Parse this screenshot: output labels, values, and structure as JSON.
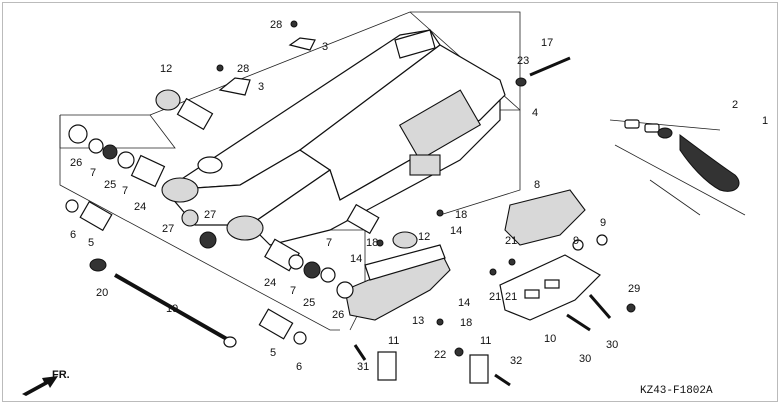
{
  "diagram": {
    "drawing_code": "KZ43-F1802A",
    "direction_label": "FR.",
    "callouts": [
      "1",
      "2",
      "3",
      "3",
      "4",
      "5",
      "5",
      "6",
      "6",
      "7",
      "7",
      "7",
      "7",
      "8",
      "9",
      "9",
      "10",
      "11",
      "11",
      "12",
      "12",
      "13",
      "14",
      "14",
      "14",
      "17",
      "18",
      "18",
      "18",
      "19",
      "20",
      "21",
      "21",
      "21",
      "22",
      "23",
      "24",
      "24",
      "25",
      "25",
      "26",
      "26",
      "27",
      "27",
      "28",
      "28",
      "29",
      "30",
      "30",
      "31",
      "32"
    ]
  }
}
